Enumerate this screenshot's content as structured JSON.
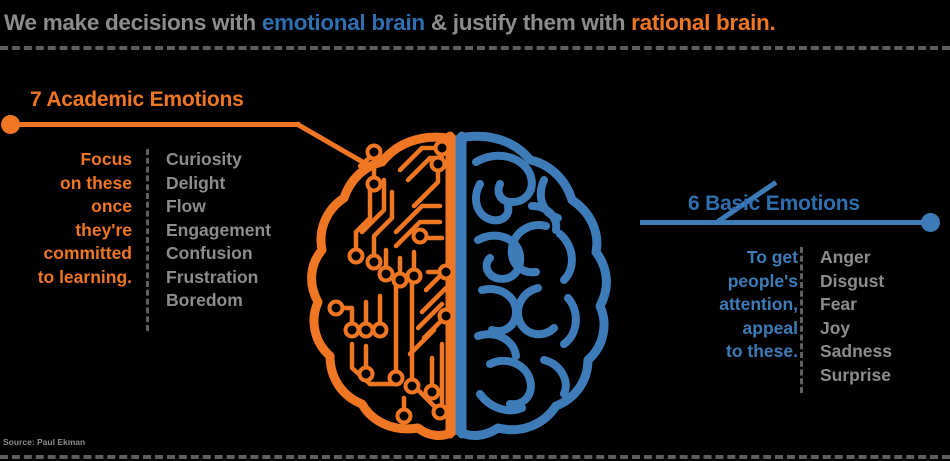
{
  "headline": {
    "part1": "We make decisions with",
    "emotional": "emotional brain",
    "part2": "& justify them with",
    "rational": "rational brain."
  },
  "left_section": {
    "title": "7 Academic Emotions",
    "blurb_lines": [
      "Focus",
      "on these",
      "once",
      "they're",
      "committed",
      "to learning."
    ],
    "emotions": [
      "Curiosity",
      "Delight",
      "Flow",
      "Engagement",
      "Confusion",
      "Frustration",
      "Boredom"
    ]
  },
  "right_section": {
    "title": "6 Basic Emotions",
    "blurb_lines": [
      "To get",
      "people's",
      "attention,",
      "appeal",
      "to these."
    ],
    "emotions": [
      "Anger",
      "Disgust",
      "Fear",
      "Joy",
      "Sadness",
      "Surprise"
    ]
  },
  "illustration": {
    "left_hemisphere": "circuit-board-brain-half",
    "right_hemisphere": "organic-brain-half"
  },
  "source": "Source: Paul Ekman",
  "colors": {
    "background": "#000000",
    "text_gray": "#8c8c8c",
    "orange": "#ef7622",
    "blue": "#3d7cb8",
    "blue_dark": "#2f6fb0",
    "dash_gray": "#6f6f6f"
  }
}
